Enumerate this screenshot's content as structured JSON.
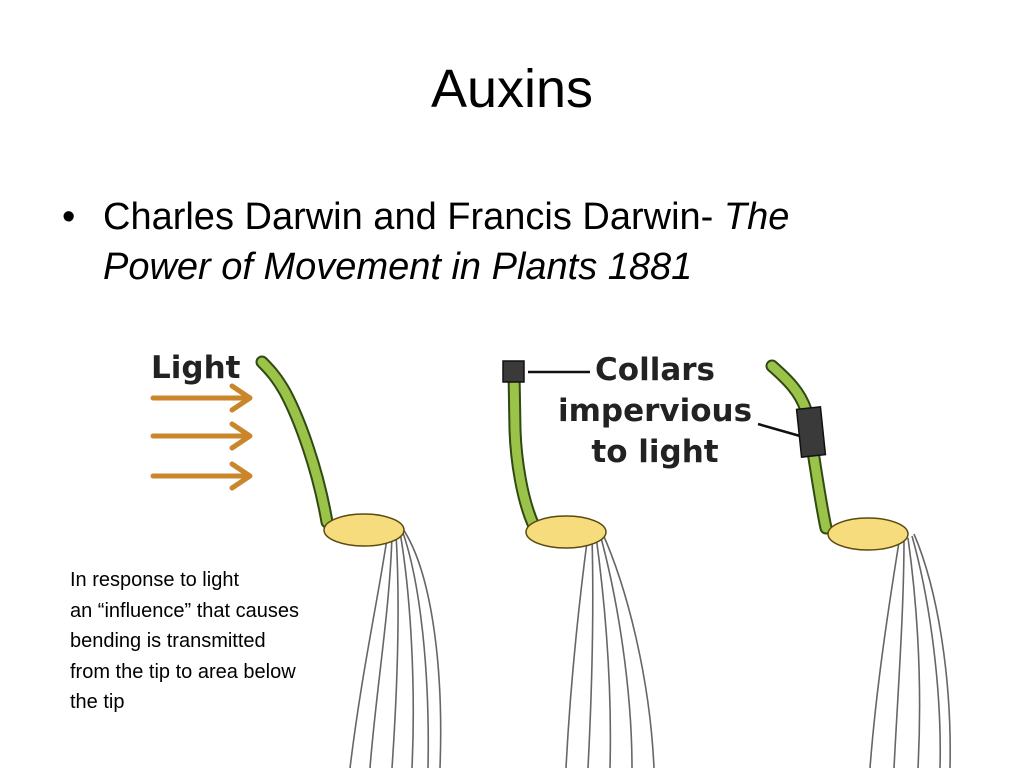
{
  "slide": {
    "title": "Auxins",
    "bullet": {
      "marker": "•",
      "text": "Charles Darwin and Francis Darwin- ",
      "italic_line1": "The",
      "italic_line2": "Power of Movement in Plants 1881"
    }
  },
  "figure": {
    "light_label": "Light",
    "collars_label": [
      "Collars",
      "impervious",
      "to light"
    ],
    "colors": {
      "arrow": "#c9862b",
      "stem": "#9bc34a",
      "stem_outline": "#2f4a12",
      "seed": "#f6dc7c",
      "collar": "#3a3a3a"
    }
  },
  "caption": {
    "lines": [
      "In response to light",
      "an “influence” that causes",
      "bending is transmitted",
      "from the tip to area below",
      "the tip"
    ]
  }
}
